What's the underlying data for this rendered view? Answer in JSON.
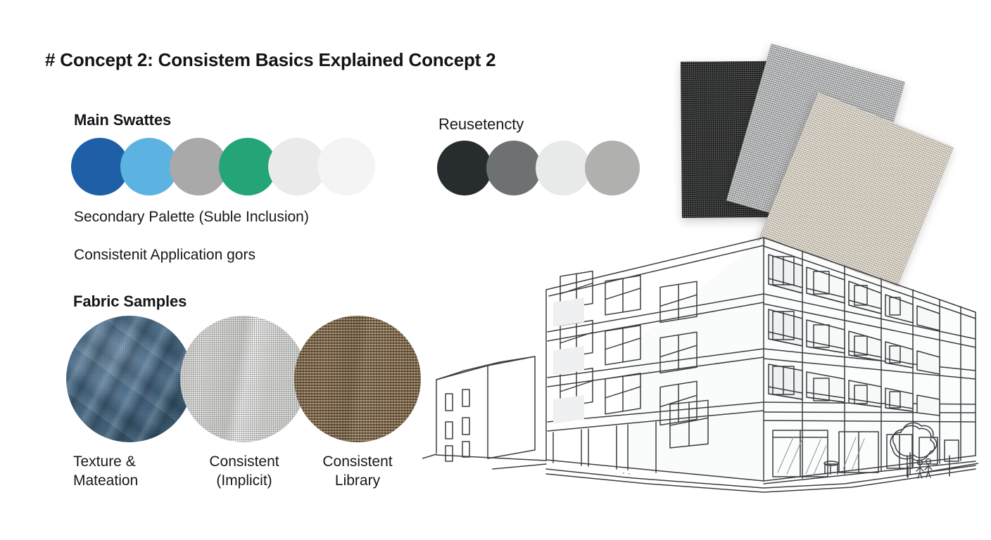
{
  "board": {
    "title": "# Concept 2: Consistem Basics Explained Concept 2",
    "background_color": "#ffffff"
  },
  "main_swatches": {
    "heading": "Main Swattes",
    "colors": [
      {
        "name": "primary-blue",
        "hex": "#1f5fa8"
      },
      {
        "name": "sky-blue",
        "hex": "#5cb3e2"
      },
      {
        "name": "neutral-grey",
        "hex": "#a9a9a9"
      },
      {
        "name": "accent-green",
        "hex": "#23a577"
      },
      {
        "name": "off-white",
        "hex": "#eaeaea"
      },
      {
        "name": "near-white",
        "hex": "#f4f4f4"
      }
    ],
    "secondary_palette_label": "Secondary Palette (Suble Inclusion)",
    "consistent_application_label": "Consistenit Application gors"
  },
  "reuse": {
    "heading": "Reusetencty",
    "colors": [
      {
        "name": "charcoal",
        "hex": "#272c2f"
      },
      {
        "name": "mid-grey",
        "hex": "#6e7172"
      },
      {
        "name": "light-grey",
        "hex": "#e8e9e9"
      },
      {
        "name": "warm-grey",
        "hex": "#b0b0ae"
      }
    ]
  },
  "fabric_samples": {
    "heading": "Fabric Samples",
    "items": [
      {
        "texture": "blue-draped-fabric",
        "caption": "Texture &\nMateation",
        "line1": "Texture &",
        "line2": "Mateation",
        "hex": "#4f7391"
      },
      {
        "texture": "light-woven-fabric",
        "caption": "Consistent\n(Implicit)",
        "line1": "Consistent",
        "line2": "(Implicit)",
        "hex": "#e3e4e2"
      },
      {
        "texture": "burlap-woven-fabric",
        "caption": "Consistent\nLibrary",
        "line1": "Consistent",
        "line2": "Library",
        "hex": "#9b8467"
      }
    ]
  },
  "fabric_tiles": {
    "items": [
      {
        "name": "dark-charcoal-tile",
        "hex": "#3a3c3b",
        "rotation_deg": -0.5
      },
      {
        "name": "grey-tile",
        "hex": "#a9acac",
        "rotation_deg": 16
      },
      {
        "name": "beige-tile",
        "hex": "#cdc4b4",
        "rotation_deg": 22
      }
    ]
  },
  "architectural_sketch": {
    "name": "building-perspective-line-drawing",
    "description": "Four-storey corner apartment building in two-point perspective with balconies, glazed ground floor, a lower annex block on the left, a tree on the right and two small figures on the pavement",
    "stroke_color": "#3a3d41",
    "storeys": 4
  }
}
